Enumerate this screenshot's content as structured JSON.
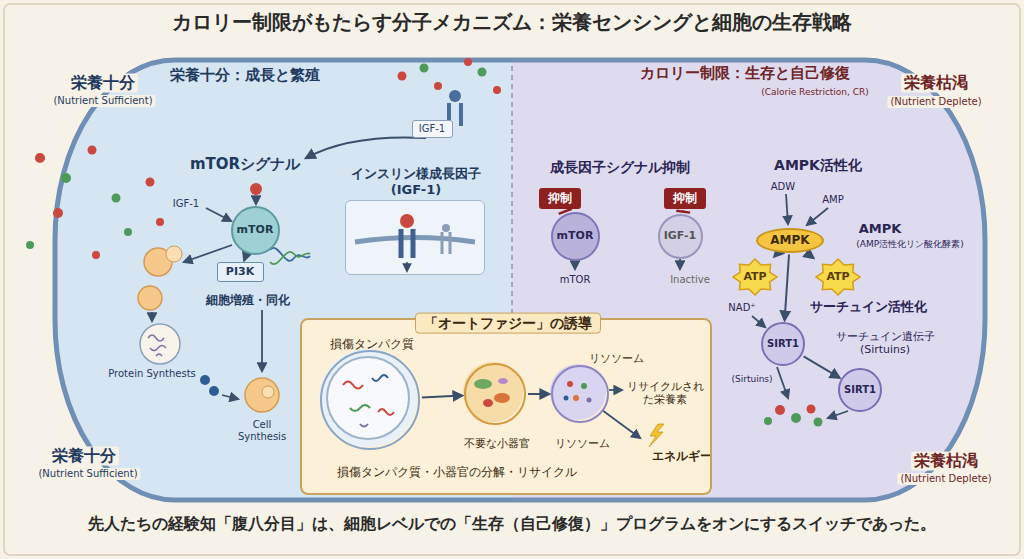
{
  "diagram": {
    "title": "カロリー制限がもたらす分子メカニズム：栄養センシングと細胞の生存戦略",
    "caption": "先人たちの経験知「腹八分目」は、細胞レベルでの「生存（自己修復）」プログラムをオンにするスイッチであった。",
    "nodes": [
      {
        "text": [
          "栄養十分：成長と繁殖"
        ]
      },
      {
        "text": [
          "カロリー制限：生存と自己修復",
          "(Calorie Restriction, CR)"
        ]
      },
      {
        "text": [
          "IGF-1"
        ],
        "in": 0
      },
      {
        "text": [
          "mTOR"
        ],
        "in": 0
      },
      {
        "text": [
          "PI3K"
        ],
        "in": 0
      },
      {
        "text": [
          "インスリン様成長因子 (IGF-1)"
        ],
        "in": 0
      },
      {
        "text": [
          "抑制"
        ],
        "in": 1
      },
      {
        "text": [
          "抑制"
        ],
        "in": 1
      },
      {
        "text": [
          "mTOR"
        ],
        "in": 1
      },
      {
        "text": [
          "IGF-1"
        ],
        "in": 1
      },
      {
        "text": [
          "AMPK"
        ],
        "in": 1
      },
      {
        "text": [
          "ATP"
        ],
        "in": 1
      },
      {
        "text": [
          "ATP"
        ],
        "in": 1
      },
      {
        "text": [
          "SIRT1"
        ],
        "in": 1
      },
      {
        "text": [
          "SIRT1"
        ],
        "in": 1
      },
      {
        "text": [
          "「オートファジー」の誘導",
          "損傷タンパク質・小器官の分解・リサイクル"
        ]
      },
      {
        "text": [
          "損傷タンパク質"
        ],
        "in": 15
      },
      {
        "text": [
          "不要な小器官"
        ],
        "in": 15
      },
      {
        "text": [
          "リソソーム",
          "リソソーム"
        ],
        "in": 15
      }
    ],
    "edges": [
      {
        "from": 3,
        "to": 4,
        "arrow": "to"
      },
      {
        "from": 6,
        "to": 8,
        "arrow": "none"
      },
      {
        "from": 7,
        "to": 9,
        "arrow": "none"
      },
      {
        "from": 10,
        "to": 11,
        "arrow": "to"
      },
      {
        "from": 10,
        "to": 12,
        "arrow": "to"
      },
      {
        "from": 10,
        "to": 13,
        "arrow": "to"
      },
      {
        "from": 13,
        "to": 14,
        "arrow": "to"
      },
      {
        "from": 16,
        "to": 17,
        "arrow": "to"
      },
      {
        "from": 17,
        "to": 18,
        "arrow": "to"
      }
    ],
    "labels": [
      "栄養十分",
      "(Nutrient Sufficient)",
      "栄養十分",
      "(Nutrient Sufficient)",
      "栄養枯渇",
      "(Nutrient Deplete)",
      "栄養枯渇",
      "(Nutrient Deplete)",
      "mTORシグナル",
      "IGF-1",
      "細胞増殖・同化",
      "Protein Synthests",
      "Cell Synthesis",
      "成長因子シグナル抑制",
      "mTOR",
      "Inactive",
      "AMPK活性化",
      "ADW",
      "AMP",
      "AMPK",
      "(AMP活性化リン酸化酵素)",
      "NAD⁺",
      "サーチュイン活性化",
      "(Sirtuins)",
      "サーチュイン遺伝子 (Sirtuins)",
      "リサイクルされた栄養素",
      "エネルギー"
    ]
  }
}
